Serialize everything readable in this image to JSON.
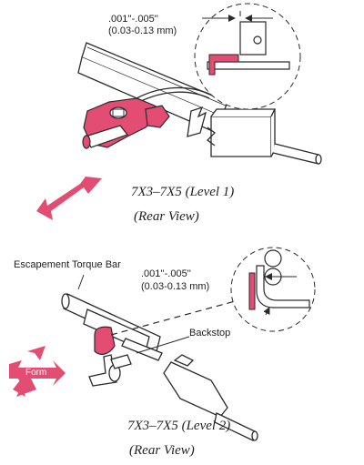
{
  "colors": {
    "accent": "#e44d73",
    "line": "#2a2a2a",
    "paper": "#ffffff"
  },
  "icons": {
    "top_arrow": "double-diagonal-arrow-icon",
    "form_arrow": "cross-arrow-icon"
  },
  "level1": {
    "tolerance_in": ".001''-.005''",
    "tolerance_mm": "(0.03-0.13 mm)",
    "caption_line1": "7X3–7X5 (Level 1)",
    "caption_line2": "(Rear View)"
  },
  "level2": {
    "torque_bar_label": "Escapement Torque Bar",
    "tolerance_in": ".001''-.005''",
    "tolerance_mm": "(0.03-0.13 mm)",
    "backstop_label": "Backstop",
    "form_label": "Form",
    "caption_line1": "7X3–7X5 (Level 2)",
    "caption_line2": "(Rear View)"
  }
}
